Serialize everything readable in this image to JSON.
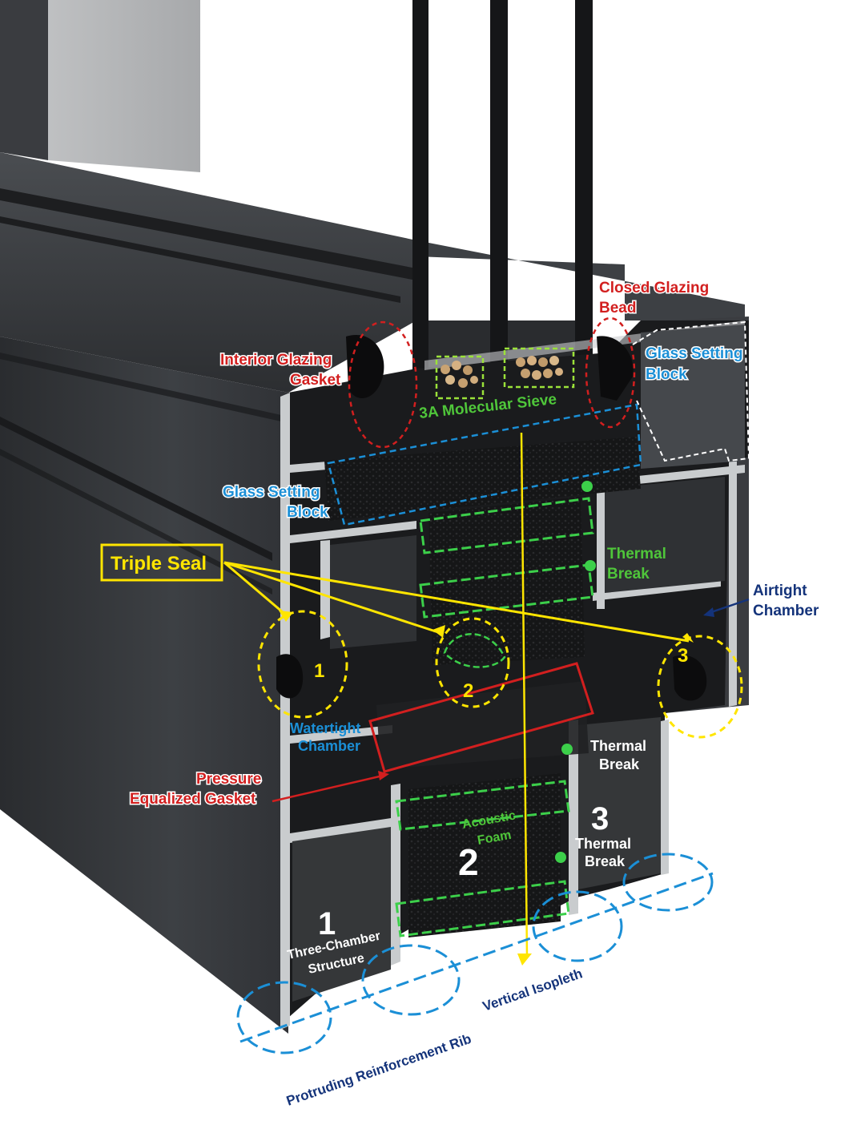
{
  "colors": {
    "frame": "#2c2e31",
    "aluminum": "#c9ccce",
    "red": "#d21f1f",
    "blue": "#1b8fd6",
    "green": "#4fc63a",
    "yellow": "#ffe500",
    "navy": "#14337a"
  },
  "labels": {
    "closed_glazing_bead_1": "Closed Glazing",
    "closed_glazing_bead_2": "Bead",
    "interior_glazing_gasket_1": "Interior Glazing",
    "interior_glazing_gasket_2": "Gasket",
    "glass_setting_block_right_1": "Glass Setting",
    "glass_setting_block_right_2": "Block",
    "molecular_sieve": "3A Molecular Sieve",
    "glass_setting_block_left_1": "Glass Setting",
    "glass_setting_block_left_2": "Block",
    "triple_seal": "Triple Seal",
    "thermal_break_upper_1": "Thermal",
    "thermal_break_upper_2": "Break",
    "airtight_chamber_1": "Airtight",
    "airtight_chamber_2": "Chamber",
    "watertight_chamber_1": "Watertight",
    "watertight_chamber_2": "Chamber",
    "pressure_gasket_1": "Pressure",
    "pressure_gasket_2": "Equalized Gasket",
    "thermal_break_mid_1": "Thermal",
    "thermal_break_mid_2": "Break",
    "acoustic_foam_1": "Acoustic",
    "acoustic_foam_2": "Foam",
    "thermal_break_low_1": "Thermal",
    "thermal_break_low_2": "Break",
    "three_chamber_1": "Three-Chamber",
    "three_chamber_2": "Structure",
    "vertical_isopleth": "Vertical Isopleth",
    "reinforcement_rib": "Protruding Reinforcement Rib"
  },
  "numbers": {
    "seal_1": "1",
    "seal_2": "2",
    "seal_3": "3",
    "chamber_1": "1",
    "chamber_2": "2",
    "chamber_3": "3"
  }
}
